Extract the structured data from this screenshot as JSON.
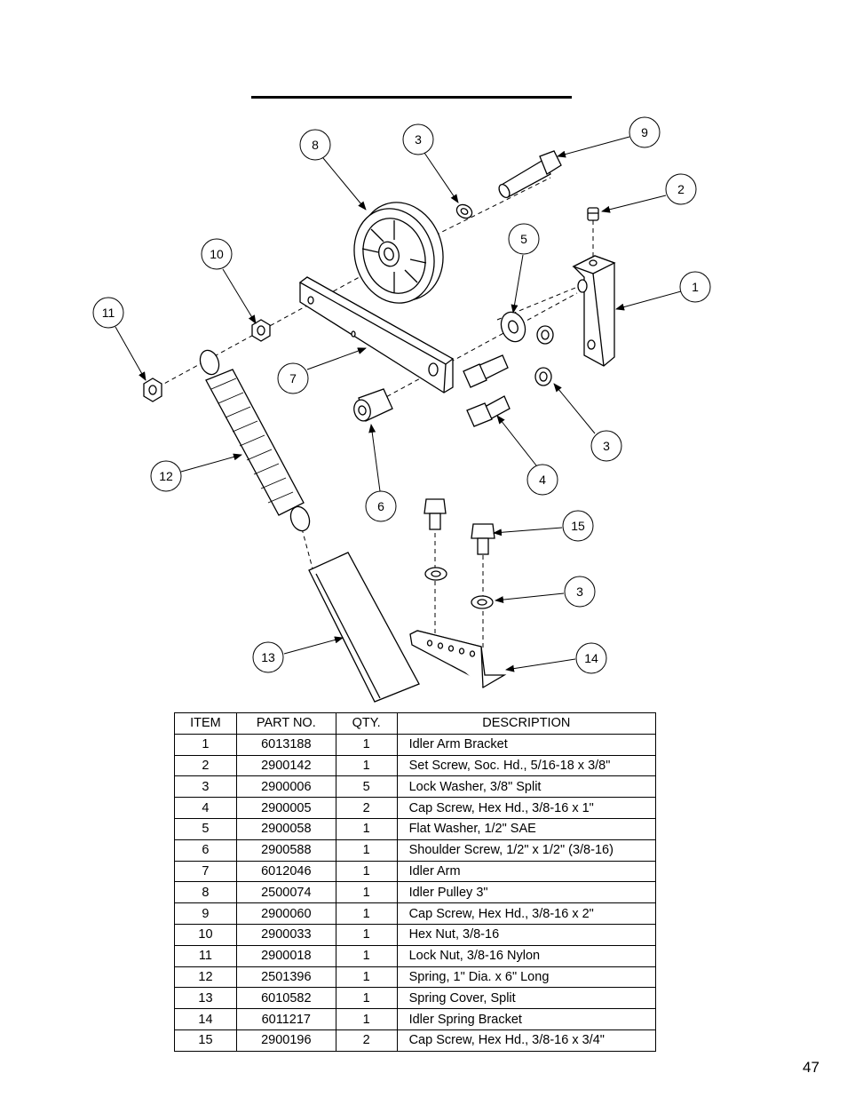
{
  "callouts": [
    {
      "label": "8"
    },
    {
      "label": "3"
    },
    {
      "label": "9"
    },
    {
      "label": "2"
    },
    {
      "label": "5"
    },
    {
      "label": "1"
    },
    {
      "label": "10"
    },
    {
      "label": "11"
    },
    {
      "label": "7"
    },
    {
      "label": "3"
    },
    {
      "label": "4"
    },
    {
      "label": "12"
    },
    {
      "label": "6"
    },
    {
      "label": "15"
    },
    {
      "label": "3"
    },
    {
      "label": "13"
    },
    {
      "label": "14"
    }
  ],
  "table": {
    "headers": [
      "ITEM",
      "PART NO.",
      "QTY.",
      "DESCRIPTION"
    ],
    "rows": [
      [
        "1",
        "6013188",
        "1",
        "Idler Arm Bracket"
      ],
      [
        "2",
        "2900142",
        "1",
        "Set Screw, Soc. Hd., 5/16-18 x 3/8\""
      ],
      [
        "3",
        "2900006",
        "5",
        "Lock Washer, 3/8\" Split"
      ],
      [
        "4",
        "2900005",
        "2",
        "Cap Screw, Hex Hd., 3/8-16 x 1\""
      ],
      [
        "5",
        "2900058",
        "1",
        "Flat Washer, 1/2\" SAE"
      ],
      [
        "6",
        "2900588",
        "1",
        "Shoulder Screw, 1/2\" x 1/2\" (3/8-16)"
      ],
      [
        "7",
        "6012046",
        "1",
        "Idler Arm"
      ],
      [
        "8",
        "2500074",
        "1",
        "Idler Pulley 3\""
      ],
      [
        "9",
        "2900060",
        "1",
        "Cap Screw, Hex Hd., 3/8-16 x 2\""
      ],
      [
        "10",
        "2900033",
        "1",
        "Hex Nut, 3/8-16"
      ],
      [
        "11",
        "2900018",
        "1",
        "Lock Nut, 3/8-16 Nylon"
      ],
      [
        "12",
        "2501396",
        "1",
        "Spring, 1\" Dia. x 6\" Long"
      ],
      [
        "13",
        "6010582",
        "1",
        "Spring Cover, Split"
      ],
      [
        "14",
        "6011217",
        "1",
        "Idler Spring Bracket"
      ],
      [
        "15",
        "2900196",
        "2",
        "Cap Screw, Hex Hd., 3/8-16 x 3/4\""
      ]
    ]
  },
  "page_number": "47"
}
